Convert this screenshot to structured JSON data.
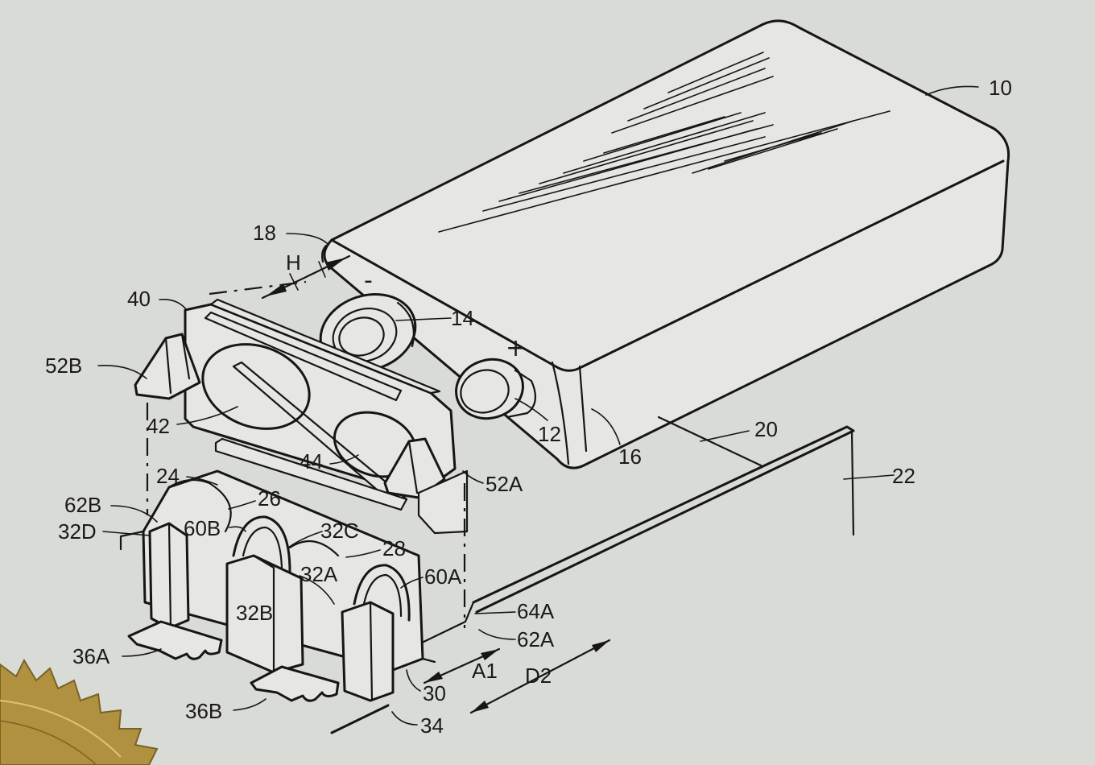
{
  "colors": {
    "background": "#d9dbd7",
    "ink": "#161616",
    "seal": "#b0913f"
  },
  "dimension": {
    "H": "H"
  },
  "symbols": {
    "minus": "-",
    "plus": "+"
  },
  "labels": {
    "l10": "10",
    "l12": "12",
    "l14": "14",
    "l16": "16",
    "l18": "18",
    "l20": "20",
    "l22": "22",
    "l24": "24",
    "l26": "26",
    "l28": "28",
    "l30": "30",
    "l34": "34",
    "l40": "40",
    "l42": "42",
    "l44": "44",
    "l52A": "52A",
    "l52B": "52B",
    "l62A": "62A",
    "l62B": "62B",
    "l64A": "64A",
    "l32A": "32A",
    "l32B": "32B",
    "l32C": "32C",
    "l32D": "32D",
    "l60A": "60A",
    "l60B": "60B",
    "l36A": "36A",
    "l36B": "36B",
    "lA1": "A1",
    "lD2": "D2"
  }
}
